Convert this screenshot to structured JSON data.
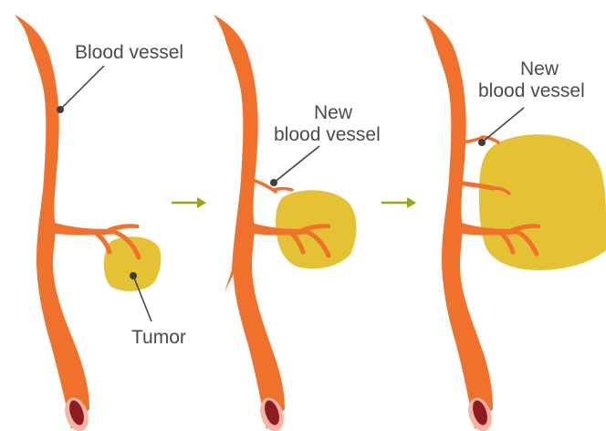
{
  "colors": {
    "vessel": "#f0712c",
    "vessel_lumen": "#8e1b1f",
    "vessel_lumen_rim": "#f7b3a6",
    "tumor": "#e4c234",
    "arrow": "#9aa418",
    "leader": "#3d3d3d"
  },
  "icons": {
    "arrow_1": "right-arrow-icon",
    "arrow_2": "right-arrow-icon"
  },
  "panels": [
    {
      "labels": {
        "vessel": "Blood vessel",
        "tumor": "Tumor"
      }
    },
    {
      "labels": {
        "new_vessel_line1": "New",
        "new_vessel_line2": "blood vessel"
      }
    },
    {
      "labels": {
        "new_vessel_line1": "New",
        "new_vessel_line2": "blood vessel"
      }
    }
  ]
}
